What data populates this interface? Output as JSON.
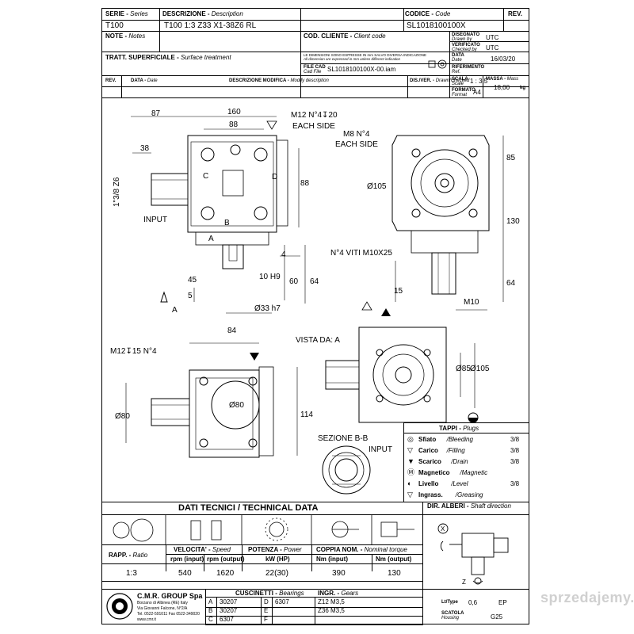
{
  "title_block": {
    "serie_label": "SERIE",
    "serie_en": "Series",
    "serie_value": "T100",
    "descr_label": "DESCRIZIONE",
    "descr_en": "Description",
    "descr_value": "T100 1:3 Z33 X1-38Z6 RL",
    "codice_label": "CODICE",
    "codice_en": "Code",
    "codice_value": "SL1018100100X",
    "rev_label": "REV.",
    "note_label": "NOTE",
    "note_en": "Notes",
    "cod_cliente_label": "COD. CLIENTE",
    "cod_cliente_en": "Client code",
    "disegnato_label": "DISEGNATO",
    "disegnato_en": "Drawn by",
    "disegnato_value": "UTC",
    "verificato_label": "VERIFICATO",
    "verificato_en": "Checked by",
    "verificato_value": "UTC",
    "tratt_label": "TRATT. SUPERFICIALE",
    "tratt_en": "Surface treatment",
    "dim_note_it": "LE DIMENSIONI SONO ESPRESSE IN mm SALVO DIVERSA INDICAZIONE",
    "dim_note_en": "All dimension are expressed in mm unless different indication",
    "data_label": "DATA",
    "data_en": "Date",
    "data_value": "16/03/20",
    "riferimento_label": "RIFERIMENTO",
    "riferimento_en": "Ref.",
    "file_cad_label": "FILE CAD",
    "file_cad_en": "Cad File",
    "file_cad_value": "SL1018100100X-00.iam",
    "scala_label": "SCALA",
    "scala_en": "Scale",
    "scala_value": "1 : 3,5",
    "massa_label": "MASSA",
    "massa_en": "Mass",
    "massa_value": "18,00",
    "massa_unit": "kg",
    "formato_label": "FORMATO",
    "formato_en": "Format",
    "formato_value": "A4",
    "rev_col": "REV.",
    "data_col": "DATA",
    "data_col_en": "Date",
    "modifica_col": "DESCRIZIONE MODIFICA",
    "modifica_col_en": "Modify description",
    "disver_col": "DIS./VER.",
    "disver_col_en": "Drawn/Checked"
  },
  "views": {
    "dim_87": "87",
    "dim_160": "160",
    "dim_88_top": "88",
    "dim_38": "38",
    "note_m12_4_20": "M12 N°4",
    "note_m12_depth": "20",
    "each_side_1": "EACH SIDE",
    "note_m8": "M8 N°4",
    "each_side_2": "EACH SIDE",
    "dim_85": "85",
    "dim_105_dia": "Ø105",
    "dim_130": "130",
    "dim_88_side": "88",
    "label_c": "C",
    "label_d": "D",
    "label_b": "B",
    "label_a": "A",
    "shaft_spec": "1\"3/8 Z6",
    "input": "INPUT",
    "dim_4": "4",
    "note_viti": "N°4 VITI M10X25",
    "dim_45": "45",
    "dim_5": "5",
    "dim_10h9": "10 H9",
    "dim_60": "60",
    "dim_64a": "64",
    "dim_33h7": "Ø33 h7",
    "dim_15": "15",
    "dim_m10": "M10",
    "dim_64b": "64",
    "arrow_a": "A",
    "dim_84": "84",
    "note_m12_15": "M12",
    "note_m12_15_b": "15 N°4",
    "dim_80a": "Ø80",
    "dim_80b": "Ø80",
    "dim_114": "114",
    "vista": "VISTA DA: A",
    "dim_85b": "Ø85",
    "dim_105b": "Ø105",
    "sezione": "SEZIONE B-B",
    "input2": "INPUT"
  },
  "plugs": {
    "title": "TAPPI",
    "title_en": "Plugs",
    "items": [
      {
        "it": "Sfiato",
        "en": "Bleeding",
        "size": "3/8"
      },
      {
        "it": "Carico",
        "en": "Filling",
        "size": "3/8"
      },
      {
        "it": "Scarico",
        "en": "Drain",
        "size": "3/8"
      },
      {
        "it": "Magnetico",
        "en": "Magnetic",
        "size": ""
      },
      {
        "it": "Livello",
        "en": "Level",
        "size": "3/8"
      },
      {
        "it": "Ingrass.",
        "en": "Greasing",
        "size": ""
      }
    ]
  },
  "technical": {
    "title": "DATI TECNICI  / TECHNICAL DATA",
    "rapp_label": "RAPP.",
    "rapp_en": "Ratio",
    "rapp_value": "1:3",
    "velocita_label": "VELOCITA'",
    "velocita_en": "Speed",
    "rpm_in": "rpm (input)",
    "rpm_out": "rpm (output)",
    "rpm_in_value": "540",
    "rpm_out_value": "1620",
    "potenza_label": "POTENZA",
    "potenza_en": "Power",
    "kw_hp": "kW (HP)",
    "potenza_value": "22(30)",
    "coppia_label": "COPPIA NOM.",
    "coppia_en": "Nominal torque",
    "nm_in": "Nm (input)",
    "nm_out": "Nm (output)",
    "nm_in_value": "390",
    "nm_out_value": "130",
    "dir_alberi": "DIR. ALBERI",
    "dir_alberi_en": "Shaft direction",
    "dir_x": "X",
    "dir_z": "Z"
  },
  "bearings": {
    "company": "C.M.R. GROUP Spa",
    "addr1": "Borzano di Albinea (RE) Italy",
    "addr2": "Via Giovanni Falcone, N°2/A",
    "addr3": "Tel. 0522-591011  Fax 0522-349020",
    "addr4": "www.cmr.it",
    "cuscinetti_label": "CUSCINETTI",
    "cuscinetti_en": "Bearings",
    "ingr_label": "INGR.",
    "ingr_en": "Gears",
    "rows": [
      {
        "k1": "A",
        "v1": "30207",
        "k2": "D",
        "v2": "6307",
        "g": "Z12 M3,5"
      },
      {
        "k1": "B",
        "v1": "30207",
        "k2": "E",
        "v2": "",
        "g": "Z36 M3,5"
      },
      {
        "k1": "C",
        "v1": "6307",
        "k2": "F",
        "v2": "",
        "g": ""
      }
    ],
    "lt_type": "Lt/Type",
    "lt_value": "0,6",
    "lt_extra": "EP",
    "scatola": "SCATOLA",
    "scatola_en": "Housing",
    "scatola_value": "G25"
  },
  "watermark": "sprzedajemy.pl"
}
